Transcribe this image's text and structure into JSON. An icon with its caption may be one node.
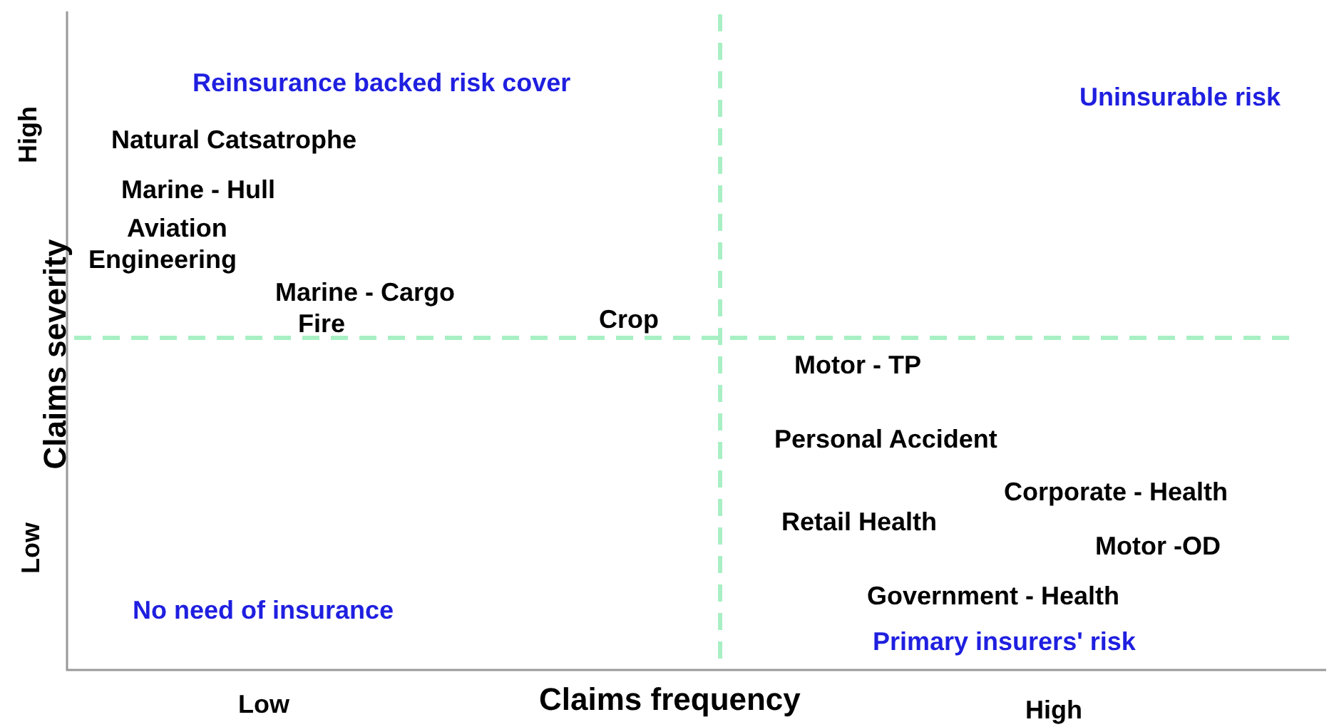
{
  "diagram": {
    "labels": [
      "Reinsurance backed risk cover",
      "Uninsurable risk",
      "High",
      "Natural Catsatrophe",
      "Marine - Hull",
      "Claims severity",
      "Aviation",
      "Engineering",
      "Marine - Cargo",
      "Fire",
      "Crop",
      "Motor - TP",
      "Personal Accident",
      "Corporate - Health",
      "Retail Health",
      "Low",
      "Motor -OD",
      "Government - Health",
      "No need of insurance",
      "Primary insurers' risk",
      "Claims frequency",
      "Low",
      "High"
    ]
  }
}
